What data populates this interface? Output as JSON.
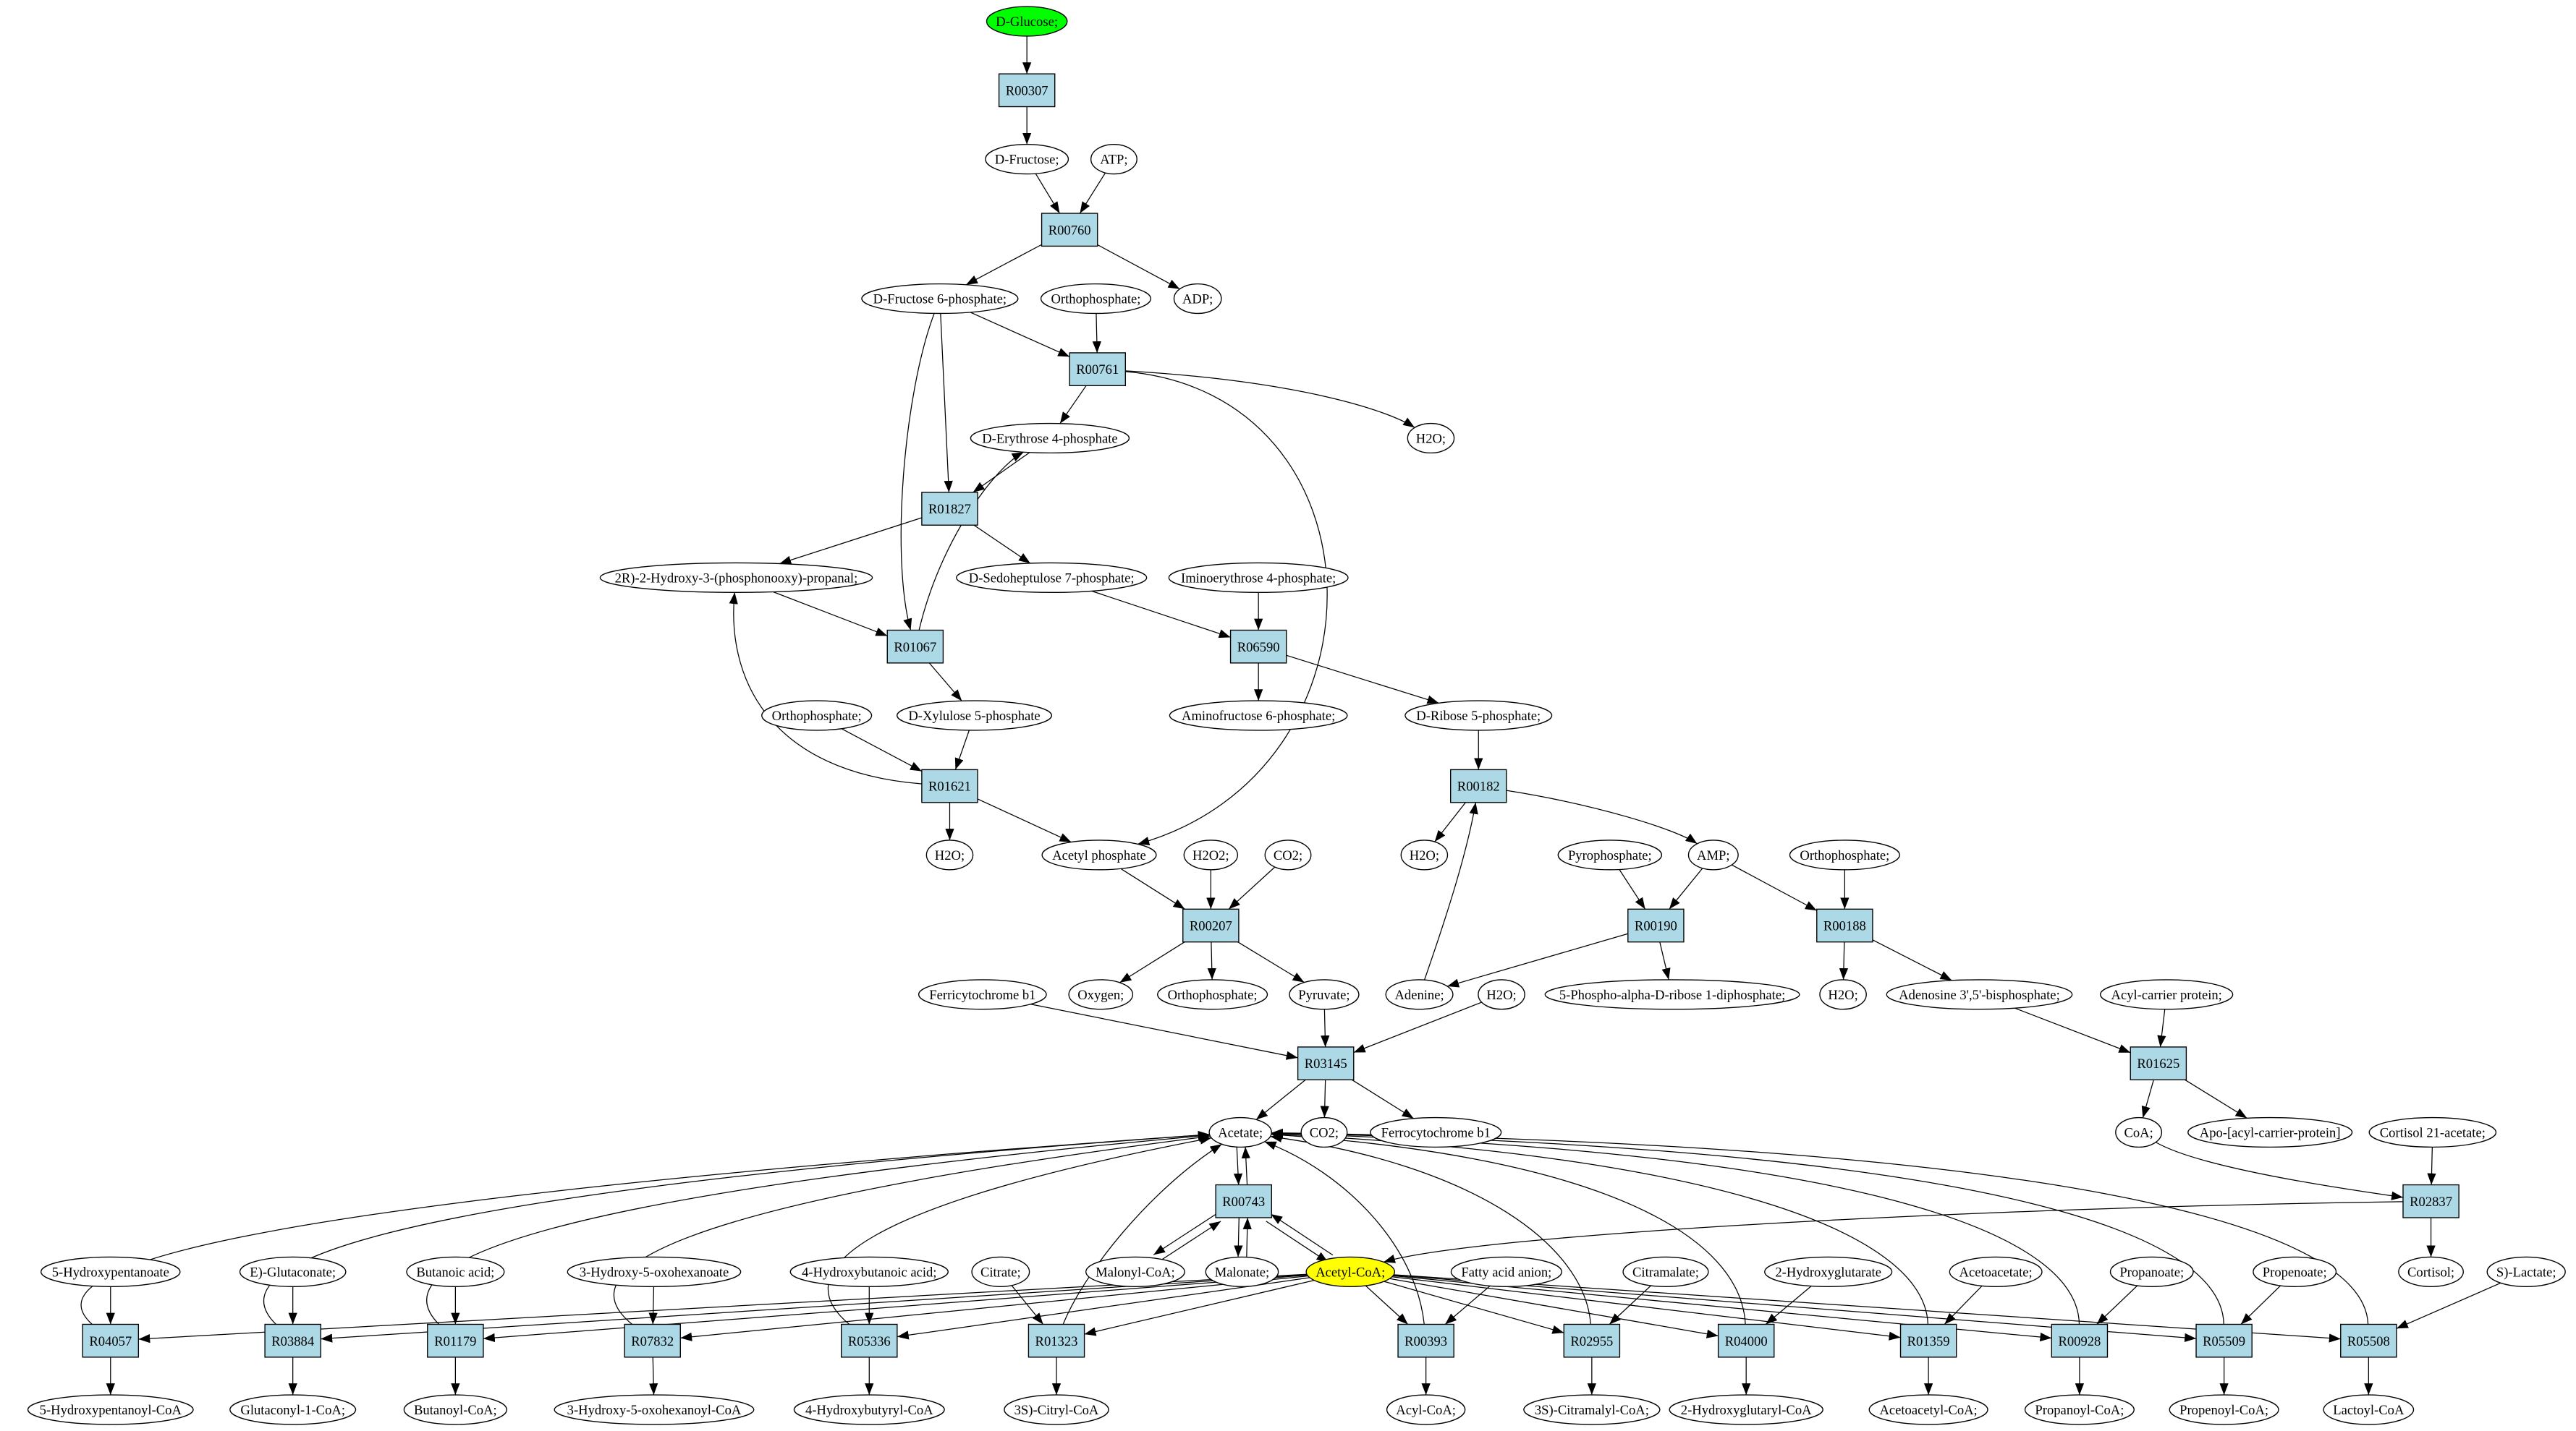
{
  "diagram": {
    "colors": {
      "reaction_fill": "#add8e6",
      "compound_fill": "#ffffff",
      "stroke": "#000000",
      "text": "#000000"
    },
    "nodes": [
      {
        "label": "D-Glucose;",
        "type": "compound",
        "fill": "#00ff00"
      },
      {
        "label": "R00307",
        "type": "reaction"
      },
      {
        "label": "D-Fructose;",
        "type": "compound"
      },
      {
        "label": "ATP;",
        "type": "compound"
      },
      {
        "label": "R00760",
        "type": "reaction"
      },
      {
        "label": "D-Fructose 6-phosphate;",
        "type": "compound"
      },
      {
        "label": "Orthophosphate;",
        "type": "compound"
      },
      {
        "label": "ADP;",
        "type": "compound"
      },
      {
        "label": "R00761",
        "type": "reaction"
      },
      {
        "label": "D-Erythrose 4-phosphate",
        "type": "compound"
      },
      {
        "label": "H2O;",
        "type": "compound"
      },
      {
        "label": "R01827",
        "type": "reaction"
      },
      {
        "label": "2R)-2-Hydroxy-3-(phosphonooxy)-propanal;",
        "type": "compound"
      },
      {
        "label": "D-Sedoheptulose 7-phosphate;",
        "type": "compound"
      },
      {
        "label": "Iminoerythrose 4-phosphate;",
        "type": "compound"
      },
      {
        "label": "R01067",
        "type": "reaction"
      },
      {
        "label": "R06590",
        "type": "reaction"
      },
      {
        "label": "Orthophosphate;",
        "type": "compound"
      },
      {
        "label": "D-Xylulose 5-phosphate",
        "type": "compound"
      },
      {
        "label": "Aminofructose 6-phosphate;",
        "type": "compound"
      },
      {
        "label": "D-Ribose 5-phosphate;",
        "type": "compound"
      },
      {
        "label": "R01621",
        "type": "reaction"
      },
      {
        "label": "R00182",
        "type": "reaction"
      },
      {
        "label": "H2O;",
        "type": "compound"
      },
      {
        "label": "Acetyl phosphate",
        "type": "compound"
      },
      {
        "label": "H2O2;",
        "type": "compound"
      },
      {
        "label": "CO2;",
        "type": "compound"
      },
      {
        "label": "H2O;",
        "type": "compound"
      },
      {
        "label": "Pyrophosphate;",
        "type": "compound"
      },
      {
        "label": "AMP;",
        "type": "compound"
      },
      {
        "label": "Orthophosphate;",
        "type": "compound"
      },
      {
        "label": "R00207",
        "type": "reaction"
      },
      {
        "label": "R00190",
        "type": "reaction"
      },
      {
        "label": "R00188",
        "type": "reaction"
      },
      {
        "label": "Ferricytochrome b1",
        "type": "compound"
      },
      {
        "label": "Oxygen;",
        "type": "compound"
      },
      {
        "label": "Orthophosphate;",
        "type": "compound"
      },
      {
        "label": "Pyruvate;",
        "type": "compound"
      },
      {
        "label": "Adenine;",
        "type": "compound"
      },
      {
        "label": "H2O;",
        "type": "compound"
      },
      {
        "label": "5-Phospho-alpha-D-ribose 1-diphosphate;",
        "type": "compound"
      },
      {
        "label": "H2O;",
        "type": "compound"
      },
      {
        "label": "Adenosine 3',5'-bisphosphate;",
        "type": "compound"
      },
      {
        "label": "Acyl-carrier protein;",
        "type": "compound"
      },
      {
        "label": "R03145",
        "type": "reaction"
      },
      {
        "label": "R01625",
        "type": "reaction"
      },
      {
        "label": "Acetate;",
        "type": "compound"
      },
      {
        "label": "CO2;",
        "type": "compound"
      },
      {
        "label": "Ferrocytochrome b1",
        "type": "compound"
      },
      {
        "label": "CoA;",
        "type": "compound"
      },
      {
        "label": "Apo-[acyl-carrier-protein]",
        "type": "compound"
      },
      {
        "label": "Cortisol 21-acetate;",
        "type": "compound"
      },
      {
        "label": "R00743",
        "type": "reaction"
      },
      {
        "label": "R02837",
        "type": "reaction"
      },
      {
        "label": "5-Hydroxypentanoate",
        "type": "compound"
      },
      {
        "label": "E)-Glutaconate;",
        "type": "compound"
      },
      {
        "label": "Butanoic acid;",
        "type": "compound"
      },
      {
        "label": "3-Hydroxy-5-oxohexanoate",
        "type": "compound"
      },
      {
        "label": "4-Hydroxybutanoic acid;",
        "type": "compound"
      },
      {
        "label": "Citrate;",
        "type": "compound"
      },
      {
        "label": "Malonyl-CoA;",
        "type": "compound"
      },
      {
        "label": "Malonate;",
        "type": "compound"
      },
      {
        "label": "Acetyl-CoA;",
        "type": "compound",
        "fill": "#ffff00"
      },
      {
        "label": "Fatty acid anion;",
        "type": "compound"
      },
      {
        "label": "Citramalate;",
        "type": "compound"
      },
      {
        "label": "2-Hydroxyglutarate",
        "type": "compound"
      },
      {
        "label": "Acetoacetate;",
        "type": "compound"
      },
      {
        "label": "Propanoate;",
        "type": "compound"
      },
      {
        "label": "Propenoate;",
        "type": "compound"
      },
      {
        "label": "Cortisol;",
        "type": "compound"
      },
      {
        "label": "S)-Lactate;",
        "type": "compound"
      },
      {
        "label": "R04057",
        "type": "reaction"
      },
      {
        "label": "R03884",
        "type": "reaction"
      },
      {
        "label": "R01179",
        "type": "reaction"
      },
      {
        "label": "R07832",
        "type": "reaction"
      },
      {
        "label": "R05336",
        "type": "reaction"
      },
      {
        "label": "R01323",
        "type": "reaction"
      },
      {
        "label": "R00393",
        "type": "reaction"
      },
      {
        "label": "R02955",
        "type": "reaction"
      },
      {
        "label": "R04000",
        "type": "reaction"
      },
      {
        "label": "R01359",
        "type": "reaction"
      },
      {
        "label": "R00928",
        "type": "reaction"
      },
      {
        "label": "R05509",
        "type": "reaction"
      },
      {
        "label": "R05508",
        "type": "reaction"
      },
      {
        "label": "5-Hydroxypentanoyl-CoA",
        "type": "compound"
      },
      {
        "label": "Glutaconyl-1-CoA;",
        "type": "compound"
      },
      {
        "label": "Butanoyl-CoA;",
        "type": "compound"
      },
      {
        "label": "3-Hydroxy-5-oxohexanoyl-CoA",
        "type": "compound"
      },
      {
        "label": "4-Hydroxybutyryl-CoA",
        "type": "compound"
      },
      {
        "label": "3S)-Citryl-CoA",
        "type": "compound"
      },
      {
        "label": "Acyl-CoA;",
        "type": "compound"
      },
      {
        "label": "3S)-Citramalyl-CoA;",
        "type": "compound"
      },
      {
        "label": "2-Hydroxyglutaryl-CoA",
        "type": "compound"
      },
      {
        "label": "Acetoacetyl-CoA;",
        "type": "compound"
      },
      {
        "label": "Propanoyl-CoA;",
        "type": "compound"
      },
      {
        "label": "Propenoyl-CoA;",
        "type": "compound"
      },
      {
        "label": "Lactoyl-CoA",
        "type": "compound"
      }
    ],
    "edges": [
      [
        0,
        1
      ],
      [
        1,
        2
      ],
      [
        2,
        4
      ],
      [
        3,
        4
      ],
      [
        4,
        5
      ],
      [
        4,
        7
      ],
      [
        5,
        8
      ],
      [
        5,
        11
      ],
      [
        5,
        15
      ],
      [
        6,
        8
      ],
      [
        8,
        9
      ],
      [
        8,
        10
      ],
      [
        8,
        24
      ],
      [
        9,
        11
      ],
      [
        15,
        9
      ],
      [
        11,
        12
      ],
      [
        11,
        13
      ],
      [
        12,
        15
      ],
      [
        13,
        16
      ],
      [
        14,
        16
      ],
      [
        16,
        19
      ],
      [
        16,
        20
      ],
      [
        15,
        18
      ],
      [
        18,
        21
      ],
      [
        17,
        21
      ],
      [
        21,
        12
      ],
      [
        21,
        23
      ],
      [
        21,
        24
      ],
      [
        20,
        22
      ],
      [
        22,
        27
      ],
      [
        22,
        29
      ],
      [
        38,
        22
      ],
      [
        24,
        31
      ],
      [
        25,
        31
      ],
      [
        26,
        31
      ],
      [
        31,
        35
      ],
      [
        31,
        36
      ],
      [
        31,
        37
      ],
      [
        28,
        32
      ],
      [
        29,
        32
      ],
      [
        29,
        33
      ],
      [
        32,
        38
      ],
      [
        32,
        40
      ],
      [
        30,
        33
      ],
      [
        33,
        41
      ],
      [
        33,
        42
      ],
      [
        42,
        45
      ],
      [
        43,
        45
      ],
      [
        45,
        49
      ],
      [
        45,
        50
      ],
      [
        34,
        44
      ],
      [
        37,
        44
      ],
      [
        39,
        44
      ],
      [
        44,
        46
      ],
      [
        44,
        47
      ],
      [
        44,
        48
      ],
      [
        49,
        53
      ],
      [
        51,
        53
      ],
      [
        53,
        69
      ],
      [
        53,
        62
      ],
      [
        46,
        52
      ],
      [
        52,
        46
      ],
      [
        52,
        60
      ],
      [
        60,
        52
      ],
      [
        52,
        61
      ],
      [
        61,
        52
      ],
      [
        52,
        62
      ],
      [
        62,
        52
      ],
      [
        62,
        71
      ],
      [
        62,
        72
      ],
      [
        62,
        73
      ],
      [
        62,
        74
      ],
      [
        62,
        75
      ],
      [
        62,
        76
      ],
      [
        62,
        77
      ],
      [
        62,
        78
      ],
      [
        62,
        79
      ],
      [
        62,
        80
      ],
      [
        62,
        81
      ],
      [
        62,
        82
      ],
      [
        62,
        83
      ],
      [
        71,
        46
      ],
      [
        72,
        46
      ],
      [
        73,
        46
      ],
      [
        74,
        46
      ],
      [
        75,
        46
      ],
      [
        76,
        46
      ],
      [
        77,
        46
      ],
      [
        78,
        46
      ],
      [
        79,
        46
      ],
      [
        80,
        46
      ],
      [
        81,
        46
      ],
      [
        82,
        46
      ],
      [
        83,
        46
      ],
      [
        54,
        71
      ],
      [
        55,
        72
      ],
      [
        56,
        73
      ],
      [
        57,
        74
      ],
      [
        58,
        75
      ],
      [
        59,
        76
      ],
      [
        63,
        77
      ],
      [
        64,
        78
      ],
      [
        65,
        79
      ],
      [
        66,
        80
      ],
      [
        67,
        81
      ],
      [
        68,
        82
      ],
      [
        70,
        83
      ],
      [
        71,
        84
      ],
      [
        72,
        85
      ],
      [
        73,
        86
      ],
      [
        74,
        87
      ],
      [
        75,
        88
      ],
      [
        76,
        89
      ],
      [
        77,
        90
      ],
      [
        78,
        91
      ],
      [
        79,
        92
      ],
      [
        80,
        93
      ],
      [
        81,
        94
      ],
      [
        82,
        95
      ],
      [
        83,
        96
      ]
    ]
  }
}
